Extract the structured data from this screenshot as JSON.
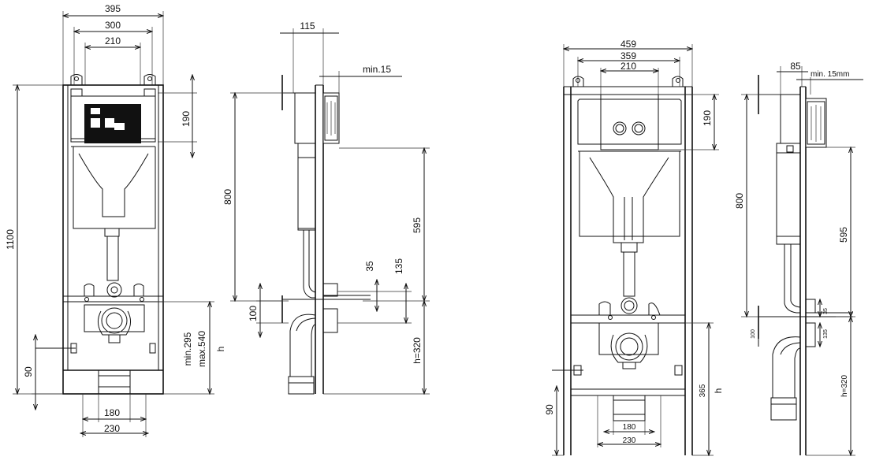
{
  "left_front": {
    "w_total": "395",
    "w_mid": "300",
    "w_inner": "210",
    "height_total": "1100",
    "panel": "190",
    "floor_h": "90",
    "min_h": "min.295",
    "max_h": "max.540",
    "h_label": "h",
    "w_bottom1": "180",
    "w_bottom2": "230"
  },
  "left_side": {
    "depth": "115",
    "min_gap": "min.15",
    "h800": "800",
    "h595": "595",
    "h35": "35",
    "h135": "135",
    "h100": "100",
    "h320": "h=320"
  },
  "right_front": {
    "w_total": "459",
    "w_mid": "359",
    "w_inner": "210",
    "panel": "190",
    "floor_h": "90",
    "h365": "365",
    "h_label": "h",
    "w_bottom1": "180",
    "w_bottom2": "230"
  },
  "right_side": {
    "depth": "85",
    "min_gap": "min. 15mm",
    "h800": "800",
    "h595": "595",
    "h35": "35",
    "h135": "135",
    "h100": "100",
    "h320": "h=320"
  }
}
